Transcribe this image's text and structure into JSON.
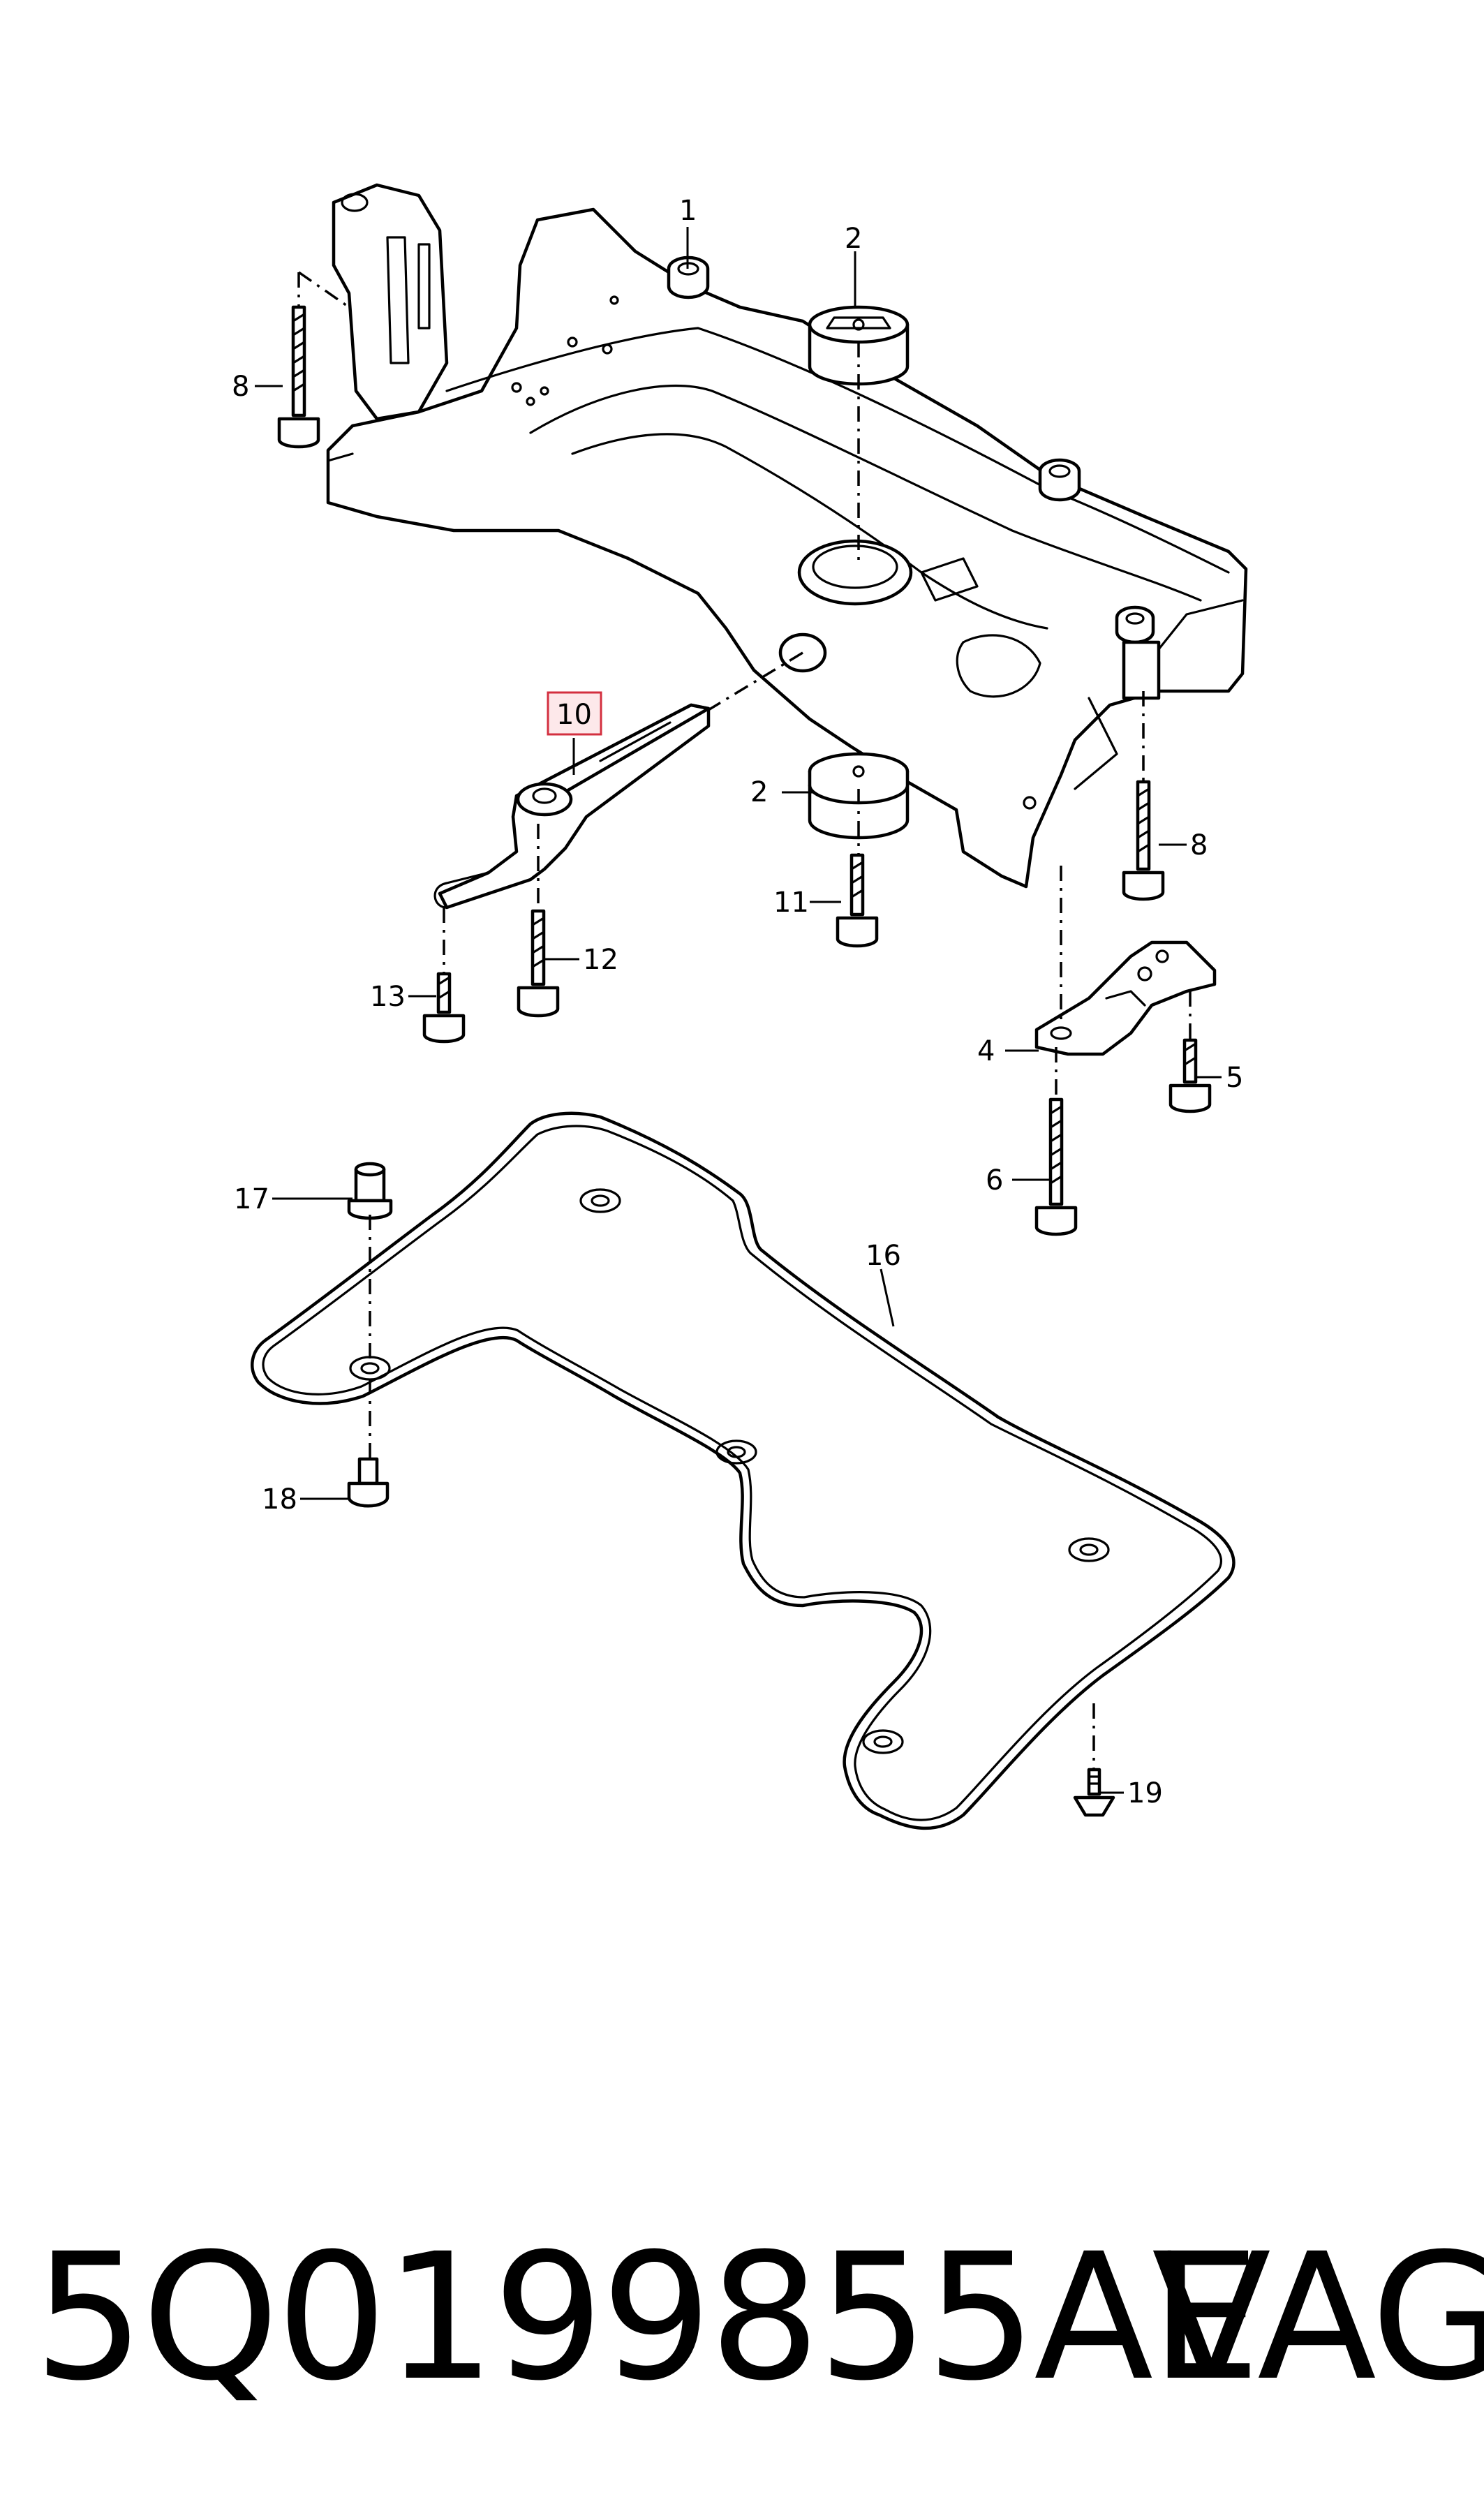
{
  "callouts": {
    "c1": "1",
    "c2a": "2",
    "c2b": "2",
    "c4": "4",
    "c5": "5",
    "c6": "6",
    "c8a": "8",
    "c8b": "8",
    "c10": "10",
    "c11": "11",
    "c12": "12",
    "c13": "13",
    "c16": "16",
    "c17": "17",
    "c18": "18",
    "c19": "19"
  },
  "highlight_color": "#d32f3f",
  "footer": {
    "part_number": "5Q0199855AE",
    "brand": "VAG"
  }
}
